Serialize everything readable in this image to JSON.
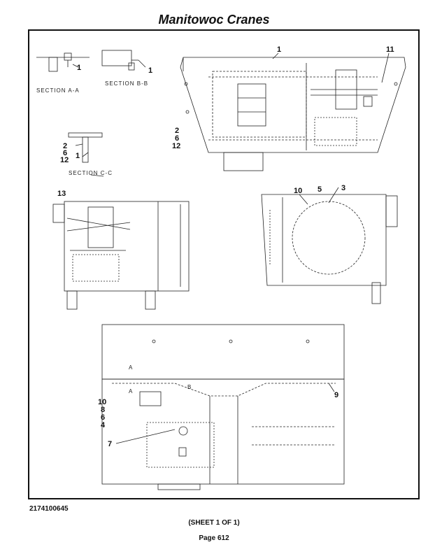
{
  "header": {
    "title": "Manitowoc Cranes"
  },
  "sections": {
    "a": "SECTION A-A",
    "b": "SECTION B-B",
    "c": "SECTION C-C"
  },
  "callouts": {
    "sec_a": "1",
    "sec_b": "1",
    "sec_c": [
      "2",
      "6",
      "12",
      "1"
    ],
    "top_view": [
      "1",
      "11",
      "2",
      "6",
      "12"
    ],
    "left_view": [
      "13"
    ],
    "right_view": [
      "10",
      "5",
      "3"
    ],
    "bottom_view": [
      "9",
      "10",
      "8",
      "6",
      "4",
      "7"
    ],
    "section_marks": [
      "A",
      "A",
      "B"
    ]
  },
  "footer": {
    "drawing_number": "2174100645",
    "sheet": "(SHEET 1 OF 1)",
    "page": "Page 612"
  }
}
